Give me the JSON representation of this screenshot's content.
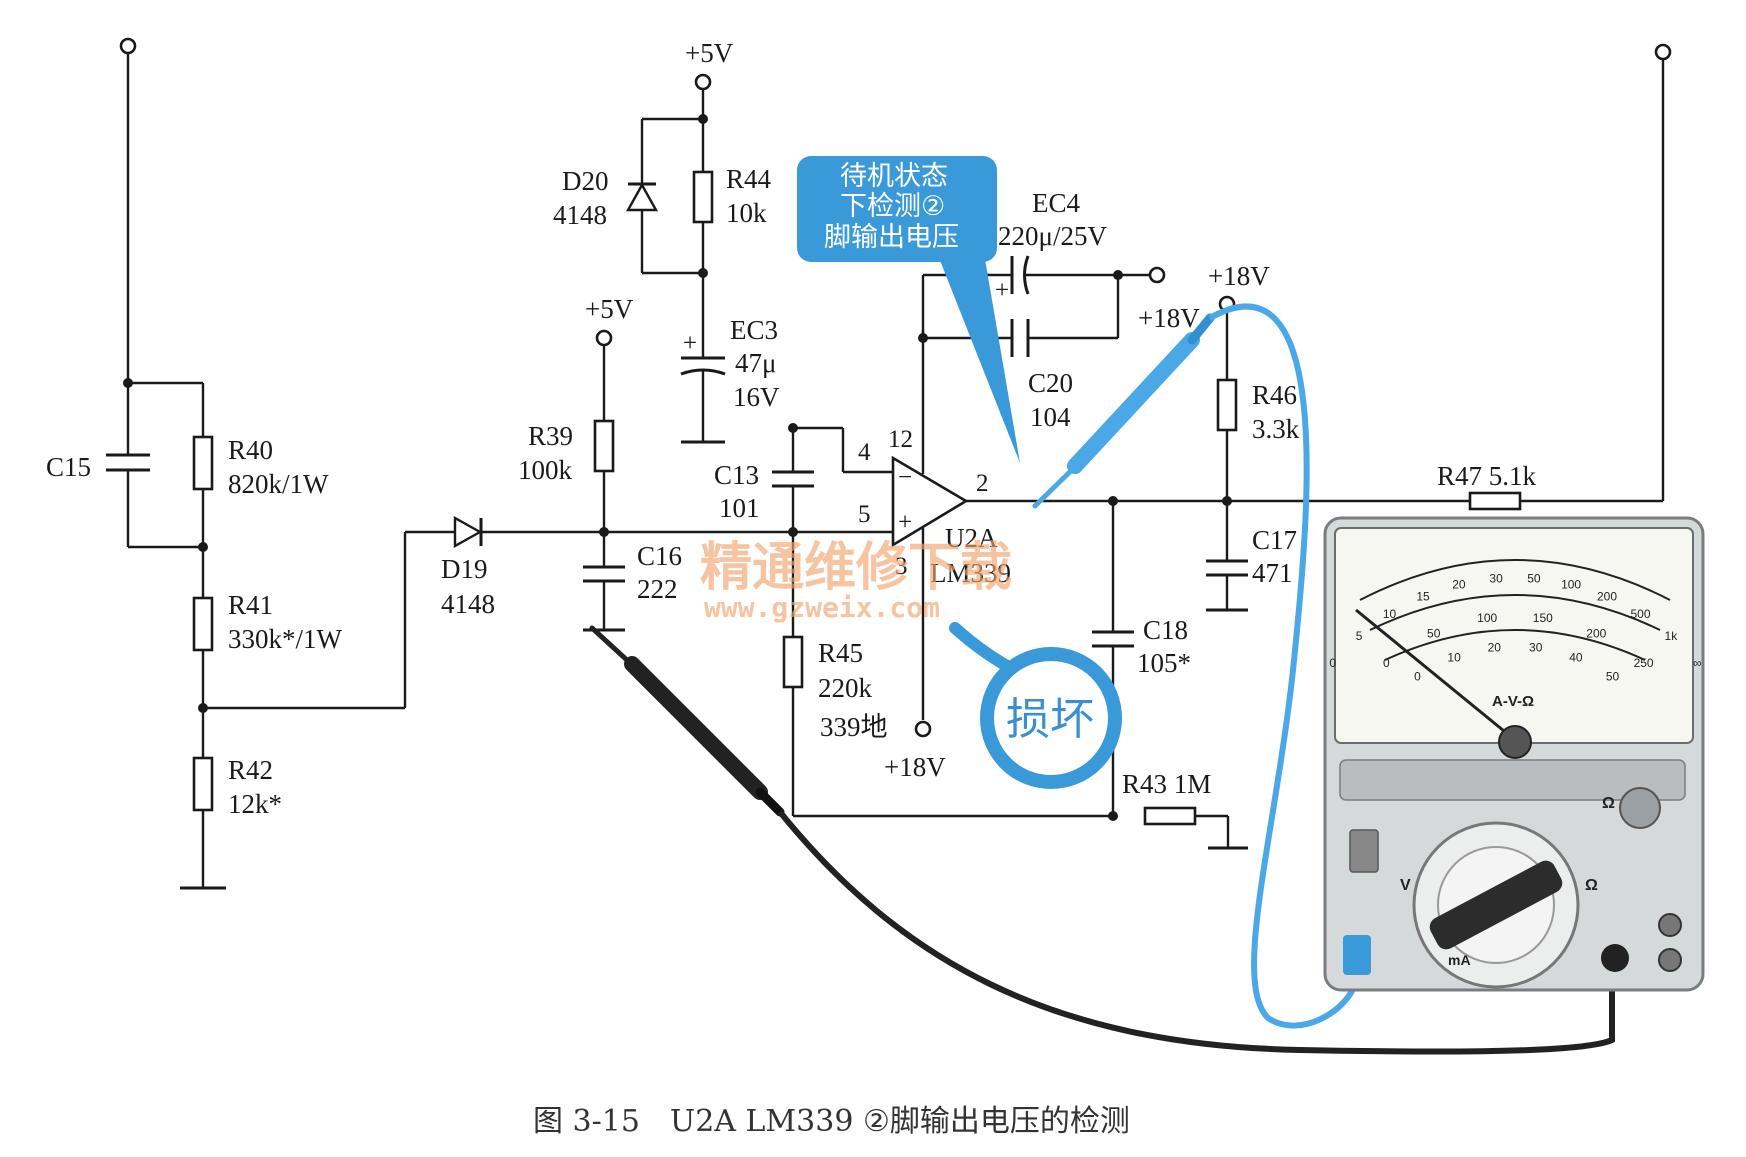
{
  "labels": {
    "r40": "R40",
    "r40_val": "820k/1W",
    "r41": "R41",
    "r41_val": "330k*/1W",
    "r42": "R42",
    "r42_val": "12k*",
    "c15": "C15",
    "d19": "D19",
    "d19_val": "4148",
    "d20": "D20",
    "d20_val": "4148",
    "r44": "R44",
    "r44_val": "10k",
    "ec3": "EC3",
    "ec3_val1": "47μ",
    "ec3_val2": "16V",
    "v5_top": "+5V",
    "v5_mid": "+5V",
    "r39": "R39",
    "r39_val": "100k",
    "c16": "C16",
    "c16_val": "222",
    "c13": "C13",
    "c13_val": "101",
    "r45": "R45",
    "r45_val": "220k",
    "gnd339": "339地",
    "v18_bottom": "+18V",
    "u2a": "U2A",
    "lm339": "LM339",
    "pin4": "4",
    "pin5": "5",
    "pin12": "12",
    "pin2": "2",
    "pin3": "3",
    "ec4": "EC4",
    "ec4_val": "220μ/25V",
    "c20": "C20",
    "c20_val": "104",
    "v18_a": "+18V",
    "v18_b": "+18V",
    "r46": "R46",
    "r46_val": "3.3k",
    "r47": "R47 5.1k",
    "c17": "C17",
    "c17_val": "471",
    "c18": "C18",
    "c18_val": "105*",
    "r43": "R43 1M"
  },
  "callouts": {
    "bubble_line1": "待机状态",
    "bubble_line2": "下检测②",
    "bubble_line3": "脚输出电压",
    "damaged": "损坏"
  },
  "watermark": {
    "line1": "精通维修下载",
    "line2": "www.gzweix.com"
  },
  "meter": {
    "dial_label": "A-V-Ω",
    "scale_top": [
      "0",
      "5",
      "10",
      "15",
      "20",
      "30",
      "50",
      "100",
      "200",
      "500",
      "1k",
      "∞"
    ],
    "scale_mid": [
      "0",
      "50",
      "100",
      "150",
      "200",
      "250"
    ],
    "scale_low": [
      "0",
      "10",
      "20",
      "30",
      "40",
      "50"
    ],
    "knob_v": "V",
    "knob_ohm": "Ω",
    "knob_ma": "mA",
    "ohm_adjust": "Ω"
  },
  "caption": "图 3-15　U2A LM339 ②脚输出电压的检测",
  "colors": {
    "callout": "#3a9ad9",
    "probe_wire_red": "#4aa8e6",
    "watermark": "#f2a66e"
  }
}
